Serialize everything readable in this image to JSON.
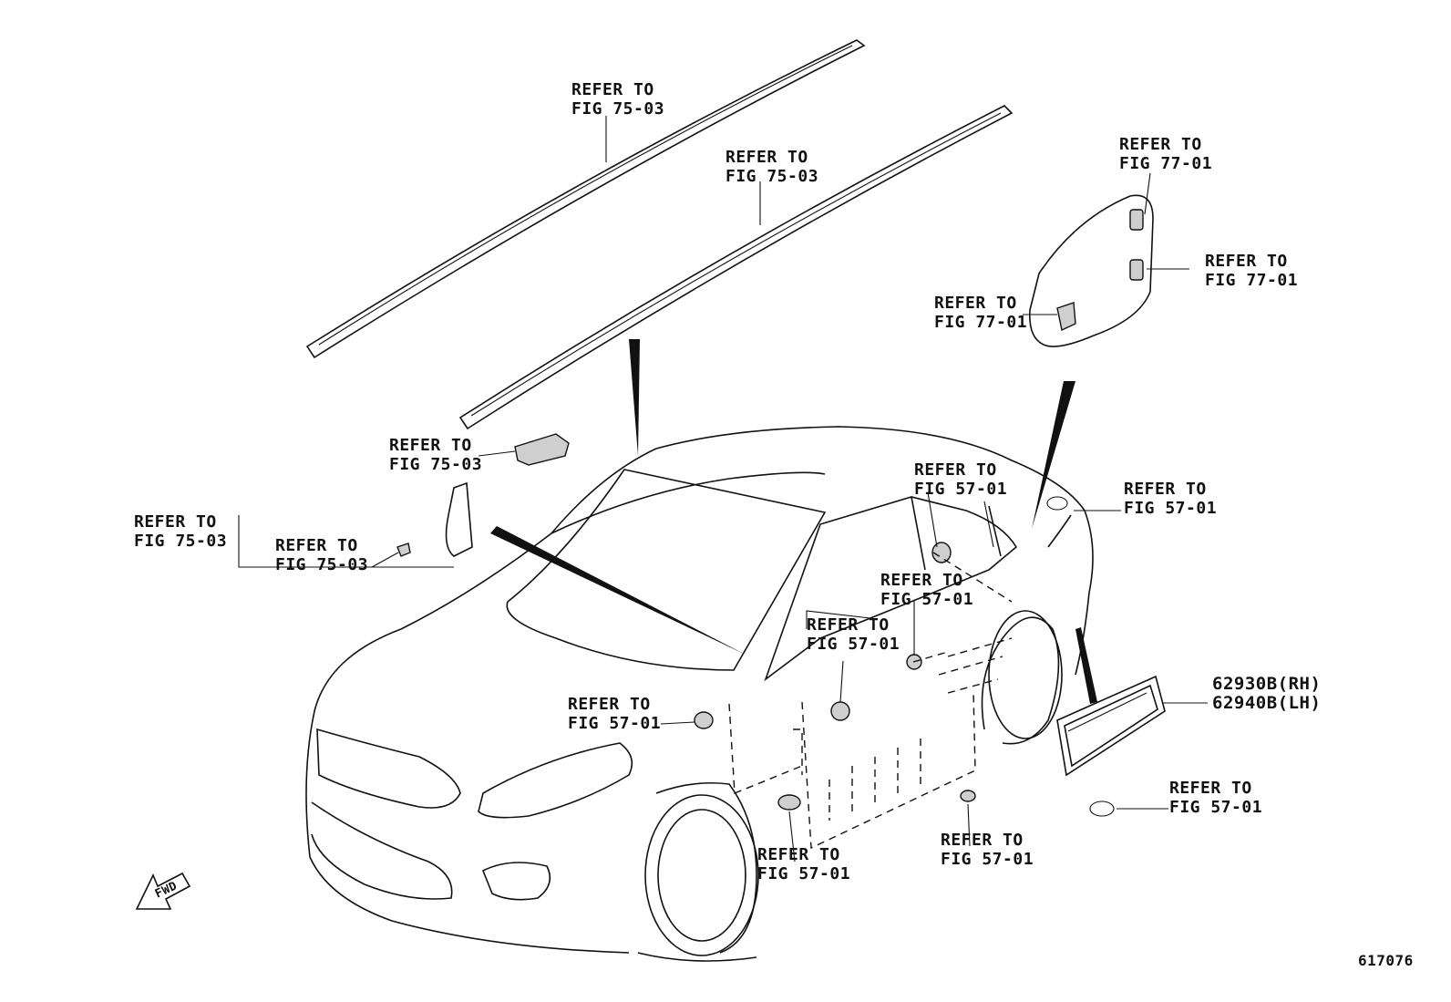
{
  "diagram_id": "617076",
  "fwd_label": "FWD",
  "callouts": [
    {
      "line1": "REFER TO",
      "line2": "FIG 75-03"
    },
    {
      "line1": "REFER TO",
      "line2": "FIG 75-03"
    },
    {
      "line1": "REFER TO",
      "line2": "FIG 77-01"
    },
    {
      "line1": "REFER TO",
      "line2": "FIG 77-01"
    },
    {
      "line1": "REFER TO",
      "line2": "FIG 77-01"
    },
    {
      "line1": "REFER TO",
      "line2": "FIG 75-03"
    },
    {
      "line1": "REFER TO",
      "line2": "FIG 75-03"
    },
    {
      "line1": "REFER TO",
      "line2": "FIG 75-03"
    },
    {
      "line1": "REFER TO",
      "line2": "FIG 57-01"
    },
    {
      "line1": "REFER TO",
      "line2": "FIG 57-01"
    },
    {
      "line1": "REFER TO",
      "line2": "FIG 57-01"
    },
    {
      "line1": "REFER TO",
      "line2": "FIG 57-01"
    },
    {
      "line1": "REFER TO",
      "line2": "FIG 57-01"
    },
    {
      "line1": "REFER TO",
      "line2": "FIG 57-01"
    },
    {
      "line1": "REFER TO",
      "line2": "FIG 57-01"
    },
    {
      "line1": "REFER TO",
      "line2": "FIG 57-01"
    }
  ],
  "part_numbers": {
    "rh": "62930B(RH)",
    "lh": "62940B(LH)"
  }
}
